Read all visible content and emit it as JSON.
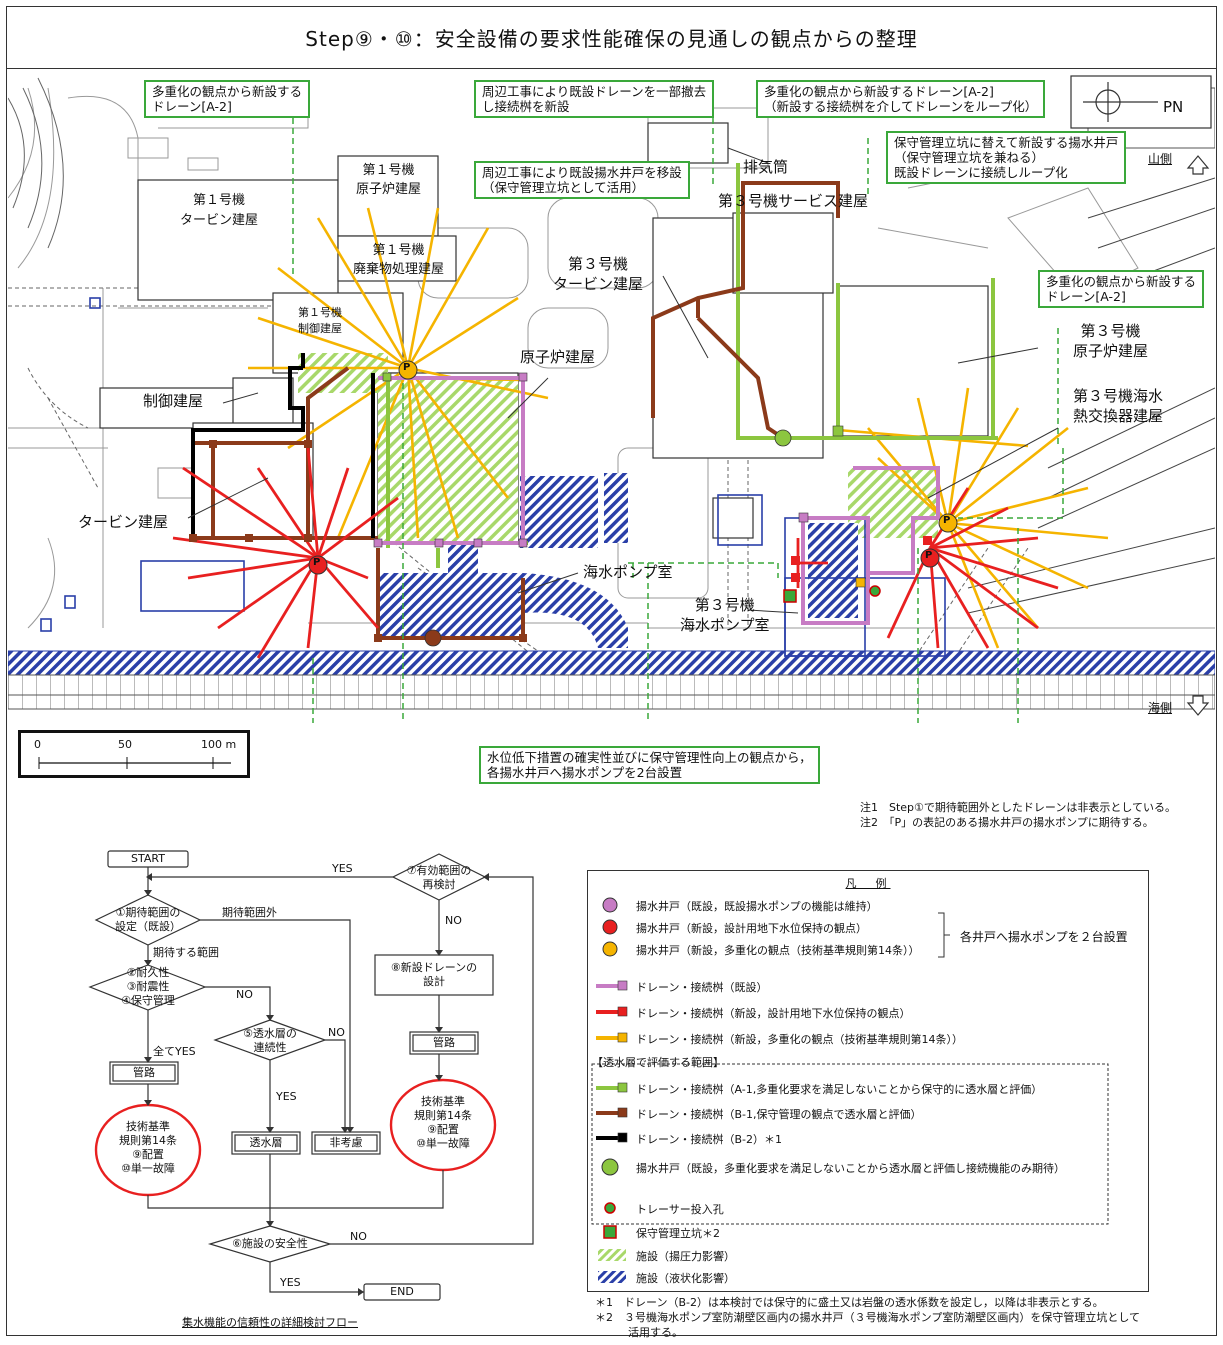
{
  "title": "Step⑨・⑩：安全設備の要求性能確保の見通しの観点からの整理",
  "map": {
    "compass": "PN",
    "mountain_side": "山側",
    "sea_side": "海側",
    "scale": {
      "l0": "0",
      "l1": "50",
      "l2": "100 m"
    },
    "buildings": {
      "u1_turbine": "第１号機\nタービン建屋",
      "u1_reactor": "第１号機\n原子炉建屋",
      "u1_waste": "第１号機\n廃棄物処理建屋",
      "u1_control": "第１号機\n制御建屋",
      "control": "制御建屋",
      "turbine": "タービン建屋",
      "reactor": "原子炉建屋",
      "seawater_pump": "海水ポンプ室",
      "u3_turbine": "第３号機\nタービン建屋",
      "u3_service": "第３号機サービス建屋",
      "u3_reactor": "第３号機\n原子炉建屋",
      "u3_hx": "第３号機海水\n熱交換器建屋",
      "u3_pump": "第３号機\n海水ポンプ室",
      "stack": "排気筒"
    },
    "callouts": {
      "c1": "多重化の観点から新設する\nドレーン[A-2]",
      "c2": "周辺工事により既設ドレーンを一部撤去\nし接続桝を新設",
      "c3": "周辺工事により既設揚水井戸を移設\n（保守管理立坑として活用）",
      "c4": "多重化の観点から新設するドレーン[A-2]\n（新設する接続桝を介してドレーンをループ化）",
      "c5": "保守管理立坑に替えて新設する揚水井戸\n（保守管理立坑を兼ねる）\n既設ドレーンに接続しループ化",
      "c6": "多重化の観点から新設する\nドレーン[A-2]",
      "c7": "水位低下措置の確実性並びに保守管理性向上の観点から，\n各揚水井戸へ揚水ポンプを2台設置"
    },
    "well_symbol": "P"
  },
  "notes": {
    "n1": "注1　Step①で期待範囲外としたドレーンは非表示としている。",
    "n2": "注2　「P」の表記のある揚水井戸の揚水ポンプに期待する。"
  },
  "flow": {
    "start": "START",
    "s1": "①期待範囲の\n設定（既設）",
    "out_of_range": "期待範囲外",
    "expected_range": "期待する範囲",
    "s2": "②耐久性\n③耐震性\n④保守管理",
    "all_yes": "全てYES",
    "no": "NO",
    "yes": "YES",
    "s5": "⑤透水層の\n連続性",
    "mgmt": "管路",
    "tech14": "技術基準\n規則第14条\n⑨配置\n⑩単一故障",
    "permeable": "透水層",
    "not_considered": "非考慮",
    "s7": "⑦有効範囲の\n再検討",
    "s8": "⑧新設ドレーンの\n設計",
    "s6": "⑥施設の安全性",
    "end": "END",
    "caption": "集水機能の信頼性の詳細検討フロー"
  },
  "legend": {
    "title": "凡　例",
    "w1": "揚水井戸（既設，既設揚水ポンプの機能は維持）",
    "w2": "揚水井戸（新設，設計用地下水位保持の観点）",
    "w3": "揚水井戸（新設，多重化の観点（技術基準規則第14条））",
    "brace": "各井戸へ揚水ポンプを２台設置",
    "d1": "ドレーン・接続桝（既設）",
    "d2": "ドレーン・接続桝（新設，設計用地下水位保持の観点）",
    "d3": "ドレーン・接続桝（新設，多重化の観点（技術基準規則第14条））",
    "perm_title": "【透水層で評価する範囲】",
    "p1": "ドレーン・接続桝（A-1,多重化要求を満足しないことから保守的に透水層と評価）",
    "p2": "ドレーン・接続桝（B-1,保守管理の観点で透水層と評価）",
    "p3": "ドレーン・接続桝（B-2）＊1",
    "p4": "揚水井戸（既設，多重化要求を満足しないことから透水層と評価し接続機能のみ期待）",
    "t1": "トレーサー投入孔",
    "t2": "保守管理立坑＊2",
    "f1": "施設（揚圧力影響）",
    "f2": "施設（液状化影響）",
    "colors": {
      "purple": "#c77cc4",
      "red": "#e82020",
      "orange": "#f5b400",
      "lgreen": "#8cc63f",
      "brown": "#8b3a1a",
      "black": "#000000",
      "green": "#3aa83a",
      "blue": "#2a3fa8"
    }
  },
  "footnotes": {
    "f1": "＊1　ドレーン（B-2）は本検討では保守的に盛土又は岩盤の透水係数を設定し，以降は非表示とする。",
    "f2": "＊2　３号機海水ポンプ室防潮壁区画内の揚水井戸（３号機海水ポンプ室防潮壁区画内）を保守管理立坑として",
    "f2b": "　　　活用する。"
  }
}
